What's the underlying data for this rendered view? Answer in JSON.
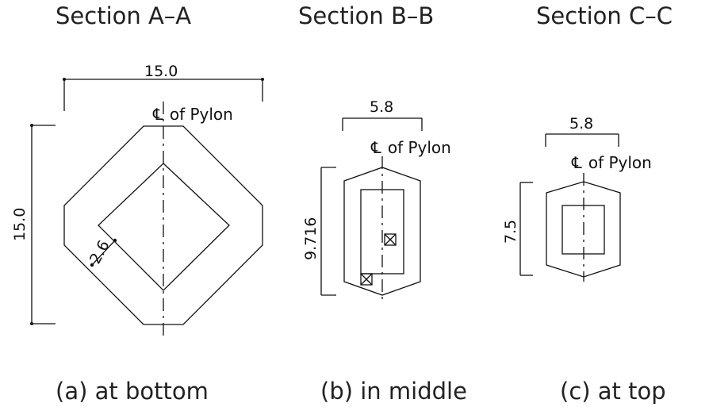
{
  "sections": [
    {
      "title": "Section A–A",
      "caption": "(a) at bottom",
      "width_label": "15.0",
      "height_label": "15.0",
      "wall_label": "2.6",
      "cl_symbol": "℄",
      "cl_text": "of Pylon"
    },
    {
      "title": "Section B–B",
      "caption": "(b) in middle",
      "width_label": "5.8",
      "height_label": "9.716",
      "cl_symbol": "℄",
      "cl_text": "of Pylon"
    },
    {
      "title": "Section C–C",
      "caption": "(c) at top",
      "width_label": "5.8",
      "height_label": "7.5",
      "cl_symbol": "℄",
      "cl_text": "of Pylon"
    }
  ]
}
